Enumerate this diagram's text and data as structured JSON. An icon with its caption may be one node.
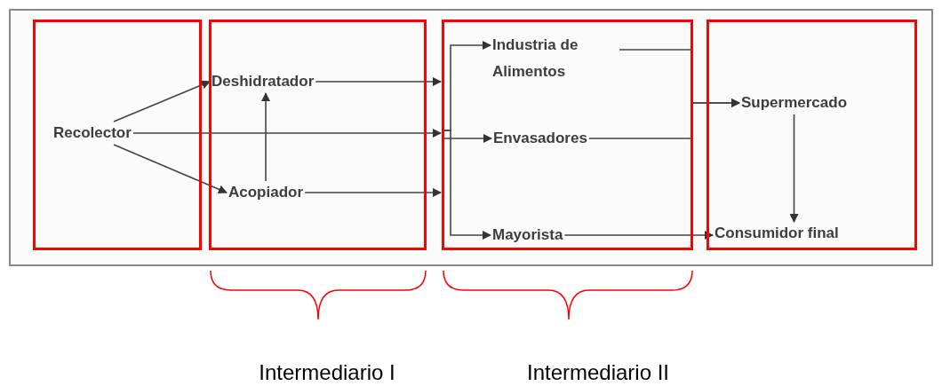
{
  "diagram": {
    "nodes": [
      {
        "text": [],
        "shape": "box"
      },
      {
        "text": [],
        "shape": "box"
      },
      {
        "text": [],
        "shape": "box"
      },
      {
        "text": [],
        "shape": "box"
      },
      {
        "text": [
          "Recolector"
        ],
        "in": 0
      },
      {
        "text": [
          "Deshidratador"
        ],
        "in": 1
      },
      {
        "text": [
          "Acopiador"
        ],
        "in": 1
      },
      {
        "text": [
          "Industria de Alimentos"
        ],
        "in": 2
      },
      {
        "text": [
          "Envasadores"
        ],
        "in": 2
      },
      {
        "text": [
          "Mayorista"
        ],
        "in": 2
      },
      {
        "text": [
          "Supermercado"
        ],
        "in": 3
      },
      {
        "text": [
          "Consumidor final"
        ],
        "in": 3
      }
    ],
    "edges": [
      {
        "from": 4,
        "to": 5,
        "arrow": "to"
      },
      {
        "from": 4,
        "to": 6,
        "arrow": "to"
      },
      {
        "from": 4,
        "to": 2,
        "arrow": "to"
      },
      {
        "from": 5,
        "to": 2,
        "arrow": "to"
      },
      {
        "from": 6,
        "to": 2,
        "arrow": "to"
      },
      {
        "from": 6,
        "to": 5,
        "arrow": "to"
      },
      {
        "from": 2,
        "to": 7,
        "arrow": "to"
      },
      {
        "from": 2,
        "to": 8,
        "arrow": "to"
      },
      {
        "from": 2,
        "to": 9,
        "arrow": "to"
      },
      {
        "from": 7,
        "to": 10,
        "arrow": "to"
      },
      {
        "from": 8,
        "to": 10,
        "arrow": "to"
      },
      {
        "from": 10,
        "to": 11,
        "arrow": "to"
      },
      {
        "from": 9,
        "to": 11,
        "arrow": "to"
      }
    ],
    "labels": [
      "Intermediario I",
      "Intermediario II"
    ]
  }
}
